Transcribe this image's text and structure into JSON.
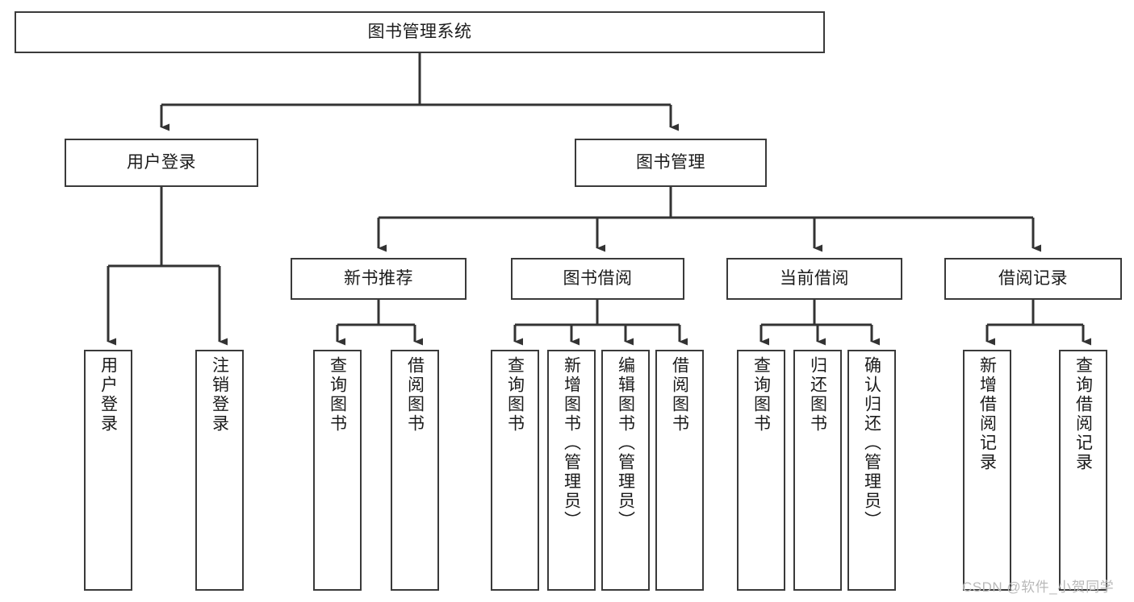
{
  "diagram": {
    "type": "tree-hierarchy-chart",
    "title": "图书管理系统",
    "orientation": "top-down",
    "colors": {
      "box_border": "#3a3a3a",
      "box_fill": "#ffffff",
      "connector": "#333333",
      "text": "#1b1b1b",
      "watermark": "#b9b9b9",
      "background": "#ffffff"
    },
    "root": {
      "id": "root",
      "label": "图书管理系统",
      "text_direction": "horizontal"
    },
    "level2": [
      {
        "id": "user-login",
        "label": "用户登录",
        "text_direction": "horizontal"
      },
      {
        "id": "book-manage",
        "label": "图书管理",
        "text_direction": "horizontal"
      }
    ],
    "level3": [
      {
        "id": "new-book-recommend",
        "label": "新书推荐",
        "parent": "book-manage",
        "text_direction": "horizontal"
      },
      {
        "id": "book-borrow",
        "label": "图书借阅",
        "parent": "book-manage",
        "text_direction": "horizontal"
      },
      {
        "id": "current-borrow",
        "label": "当前借阅",
        "parent": "book-manage",
        "text_direction": "horizontal"
      },
      {
        "id": "borrow-record",
        "label": "借阅记录",
        "parent": "book-manage",
        "text_direction": "horizontal"
      }
    ],
    "leaves": [
      {
        "id": "leaf-user-login",
        "label": "用户登录",
        "parent": "user-login",
        "text_direction": "vertical"
      },
      {
        "id": "leaf-logout-login",
        "label": "注销登录",
        "parent": "user-login",
        "text_direction": "vertical"
      },
      {
        "id": "leaf-query-book-1",
        "label": "查询图书",
        "parent": "new-book-recommend",
        "text_direction": "vertical"
      },
      {
        "id": "leaf-borrow-book-1",
        "label": "借阅图书",
        "parent": "new-book-recommend",
        "text_direction": "vertical"
      },
      {
        "id": "leaf-query-book-2",
        "label": "查询图书",
        "parent": "book-borrow",
        "text_direction": "vertical"
      },
      {
        "id": "leaf-add-book",
        "label": "新增图书（管理员）",
        "parent": "book-borrow",
        "text_direction": "vertical"
      },
      {
        "id": "leaf-edit-book",
        "label": "编辑图书（管理员）",
        "parent": "book-borrow",
        "text_direction": "vertical"
      },
      {
        "id": "leaf-borrow-book-2",
        "label": "借阅图书",
        "parent": "book-borrow",
        "text_direction": "vertical"
      },
      {
        "id": "leaf-query-book-3",
        "label": "查询图书",
        "parent": "current-borrow",
        "text_direction": "vertical"
      },
      {
        "id": "leaf-return-book",
        "label": "归还图书",
        "parent": "current-borrow",
        "text_direction": "vertical"
      },
      {
        "id": "leaf-confirm-return",
        "label": "确认归还（管理员）",
        "parent": "current-borrow",
        "text_direction": "vertical"
      },
      {
        "id": "leaf-add-record",
        "label": "新增借阅记录",
        "parent": "borrow-record",
        "text_direction": "vertical"
      },
      {
        "id": "leaf-query-record",
        "label": "查询借阅记录",
        "parent": "borrow-record",
        "text_direction": "vertical"
      }
    ]
  },
  "watermark": {
    "text": "CSDN @软件_小贺同学"
  }
}
